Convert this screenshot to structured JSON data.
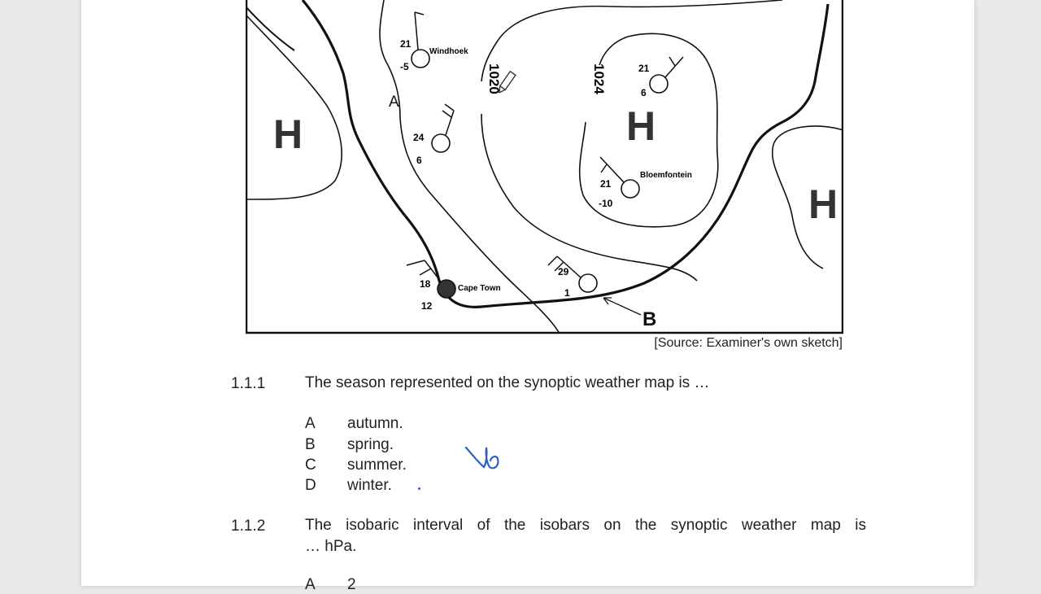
{
  "map": {
    "high_labels": [
      "H",
      "H",
      "H"
    ],
    "point_labels": {
      "a": "A",
      "b": "B"
    },
    "isobars": [
      "1020",
      "1024"
    ],
    "stations": [
      {
        "name": "Windhoek",
        "temp": "21",
        "dew": "-5"
      },
      {
        "name": "",
        "temp": "24",
        "dew": "6"
      },
      {
        "name": "",
        "temp": "21",
        "dew": "6"
      },
      {
        "name": "Bloemfontein",
        "temp": "21",
        "dew": "-10"
      },
      {
        "name": "",
        "temp": "29",
        "dew": "1"
      },
      {
        "name": "Cape Town",
        "temp": "18",
        "dew": "12"
      }
    ]
  },
  "source": "[Source: Examiner's own sketch]",
  "questions": [
    {
      "number": "1.1.1",
      "text": "The season represented on the synoptic weather map is …",
      "options": [
        {
          "letter": "A",
          "text": "autumn."
        },
        {
          "letter": "B",
          "text": "spring."
        },
        {
          "letter": "C",
          "text": "summer."
        },
        {
          "letter": "D",
          "text": "winter."
        }
      ]
    },
    {
      "number": "1.1.2",
      "text_line1": "The isobaric interval of the isobars on the synoptic weather map is",
      "text_line2": "… hPa.",
      "first_option_letter": "A",
      "first_option_text": "2"
    }
  ],
  "handwritten_mark": "b"
}
